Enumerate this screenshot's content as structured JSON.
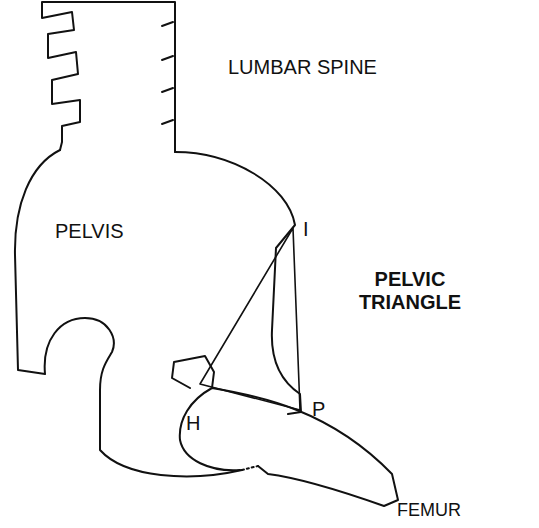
{
  "diagram": {
    "labels": [
      "LUMBAR SPINE",
      "PELVIS",
      "I",
      "PELVIC TRIANGLE",
      "P",
      "H",
      "FEMUR"
    ]
  }
}
